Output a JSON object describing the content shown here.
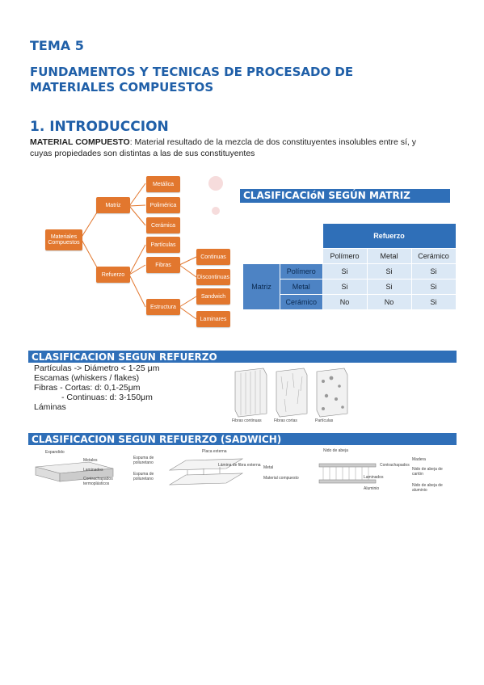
{
  "header": {
    "tema": "TEMA 5",
    "title_line1": "FUNDAMENTOS Y TECNICAS DE PROCESADO DE",
    "title_line2": "MATERIALES COMPUESTOS"
  },
  "intro": {
    "heading": "1. INTRODUCCION",
    "term": "MATERIAL COMPUESTO",
    "definition_line1": ": Material resultado de la mezcla de dos constituyentes insolubles entre sí, y",
    "definition_line2": "cuyas propiedades son distintas a las de sus constituyentes"
  },
  "tree": {
    "root": "Materiales Compuestos",
    "matriz": "Matriz",
    "refuerzo": "Refuerzo",
    "metalica": "Metálica",
    "polimerica": "Polimérica",
    "ceramica": "Cerámica",
    "particulas": "Partículas",
    "fibras": "Fibras",
    "estructura": "Estructura",
    "continuas": "Continuas",
    "discontinuas": "Discontinuas",
    "sandwich": "Sandwich",
    "laminares": "Laminares"
  },
  "matrix_section": {
    "title": "CLASIFICACIóN SEGÚN MATRIZ",
    "refuerzo_header": "Refuerzo",
    "matriz_label": "Matriz",
    "cols": [
      "Polímero",
      "Metal",
      "Cerámico"
    ],
    "rows": [
      {
        "label": "Polímero",
        "cells": [
          "Si",
          "Si",
          "Si"
        ]
      },
      {
        "label": "Metal",
        "cells": [
          "Si",
          "Si",
          "Si"
        ]
      },
      {
        "label": "Cerámico",
        "cells": [
          "No",
          "No",
          "Si"
        ]
      }
    ]
  },
  "refuerzo_section": {
    "title": "CLASIFICACION SEGUN REFUERZO",
    "line1": "Partículas -> Diámetro < 1-25 μm",
    "line2": "Escamas (whiskers / flakes)",
    "line3": "Fibras  - Cortas: d: 0,1-25μm",
    "line4": "- Continuas: d: 3-150μm",
    "line5": "Láminas",
    "fig_labels": [
      "Fibras continuas",
      "Fibras cortas",
      "Partículas"
    ]
  },
  "sandwich_section": {
    "title": "CLASIFICACION SEGUN REFUERZO (SADWICH)",
    "labels": {
      "expandido": "Expandido",
      "metales": "Metales",
      "laminados": "Laminados",
      "contrachapados": "Contrachapados termoplásticos",
      "espuma1": "Espuma de poliuretano",
      "espuma2": "Espuma de poliuretano",
      "placa": "Placa externa",
      "lamina_ext": "Lámina de fibra externa",
      "metal": "Metal",
      "material_compuesto": "Material compuesto",
      "nido": "Nido de abeja",
      "contrachapados2": "Contrachapados",
      "laminados2": "Laminados",
      "aluminio": "Aluminio",
      "madera": "Madera",
      "nido_agua": "Nido de abeja de cartón",
      "nido_aluminio": "Nido de abeja de aluminio"
    }
  },
  "colors": {
    "brand_blue": "#1f5fa8",
    "bar_blue": "#2f6fb8",
    "node_orange": "#e2772e",
    "node_light": "#eaa878"
  }
}
